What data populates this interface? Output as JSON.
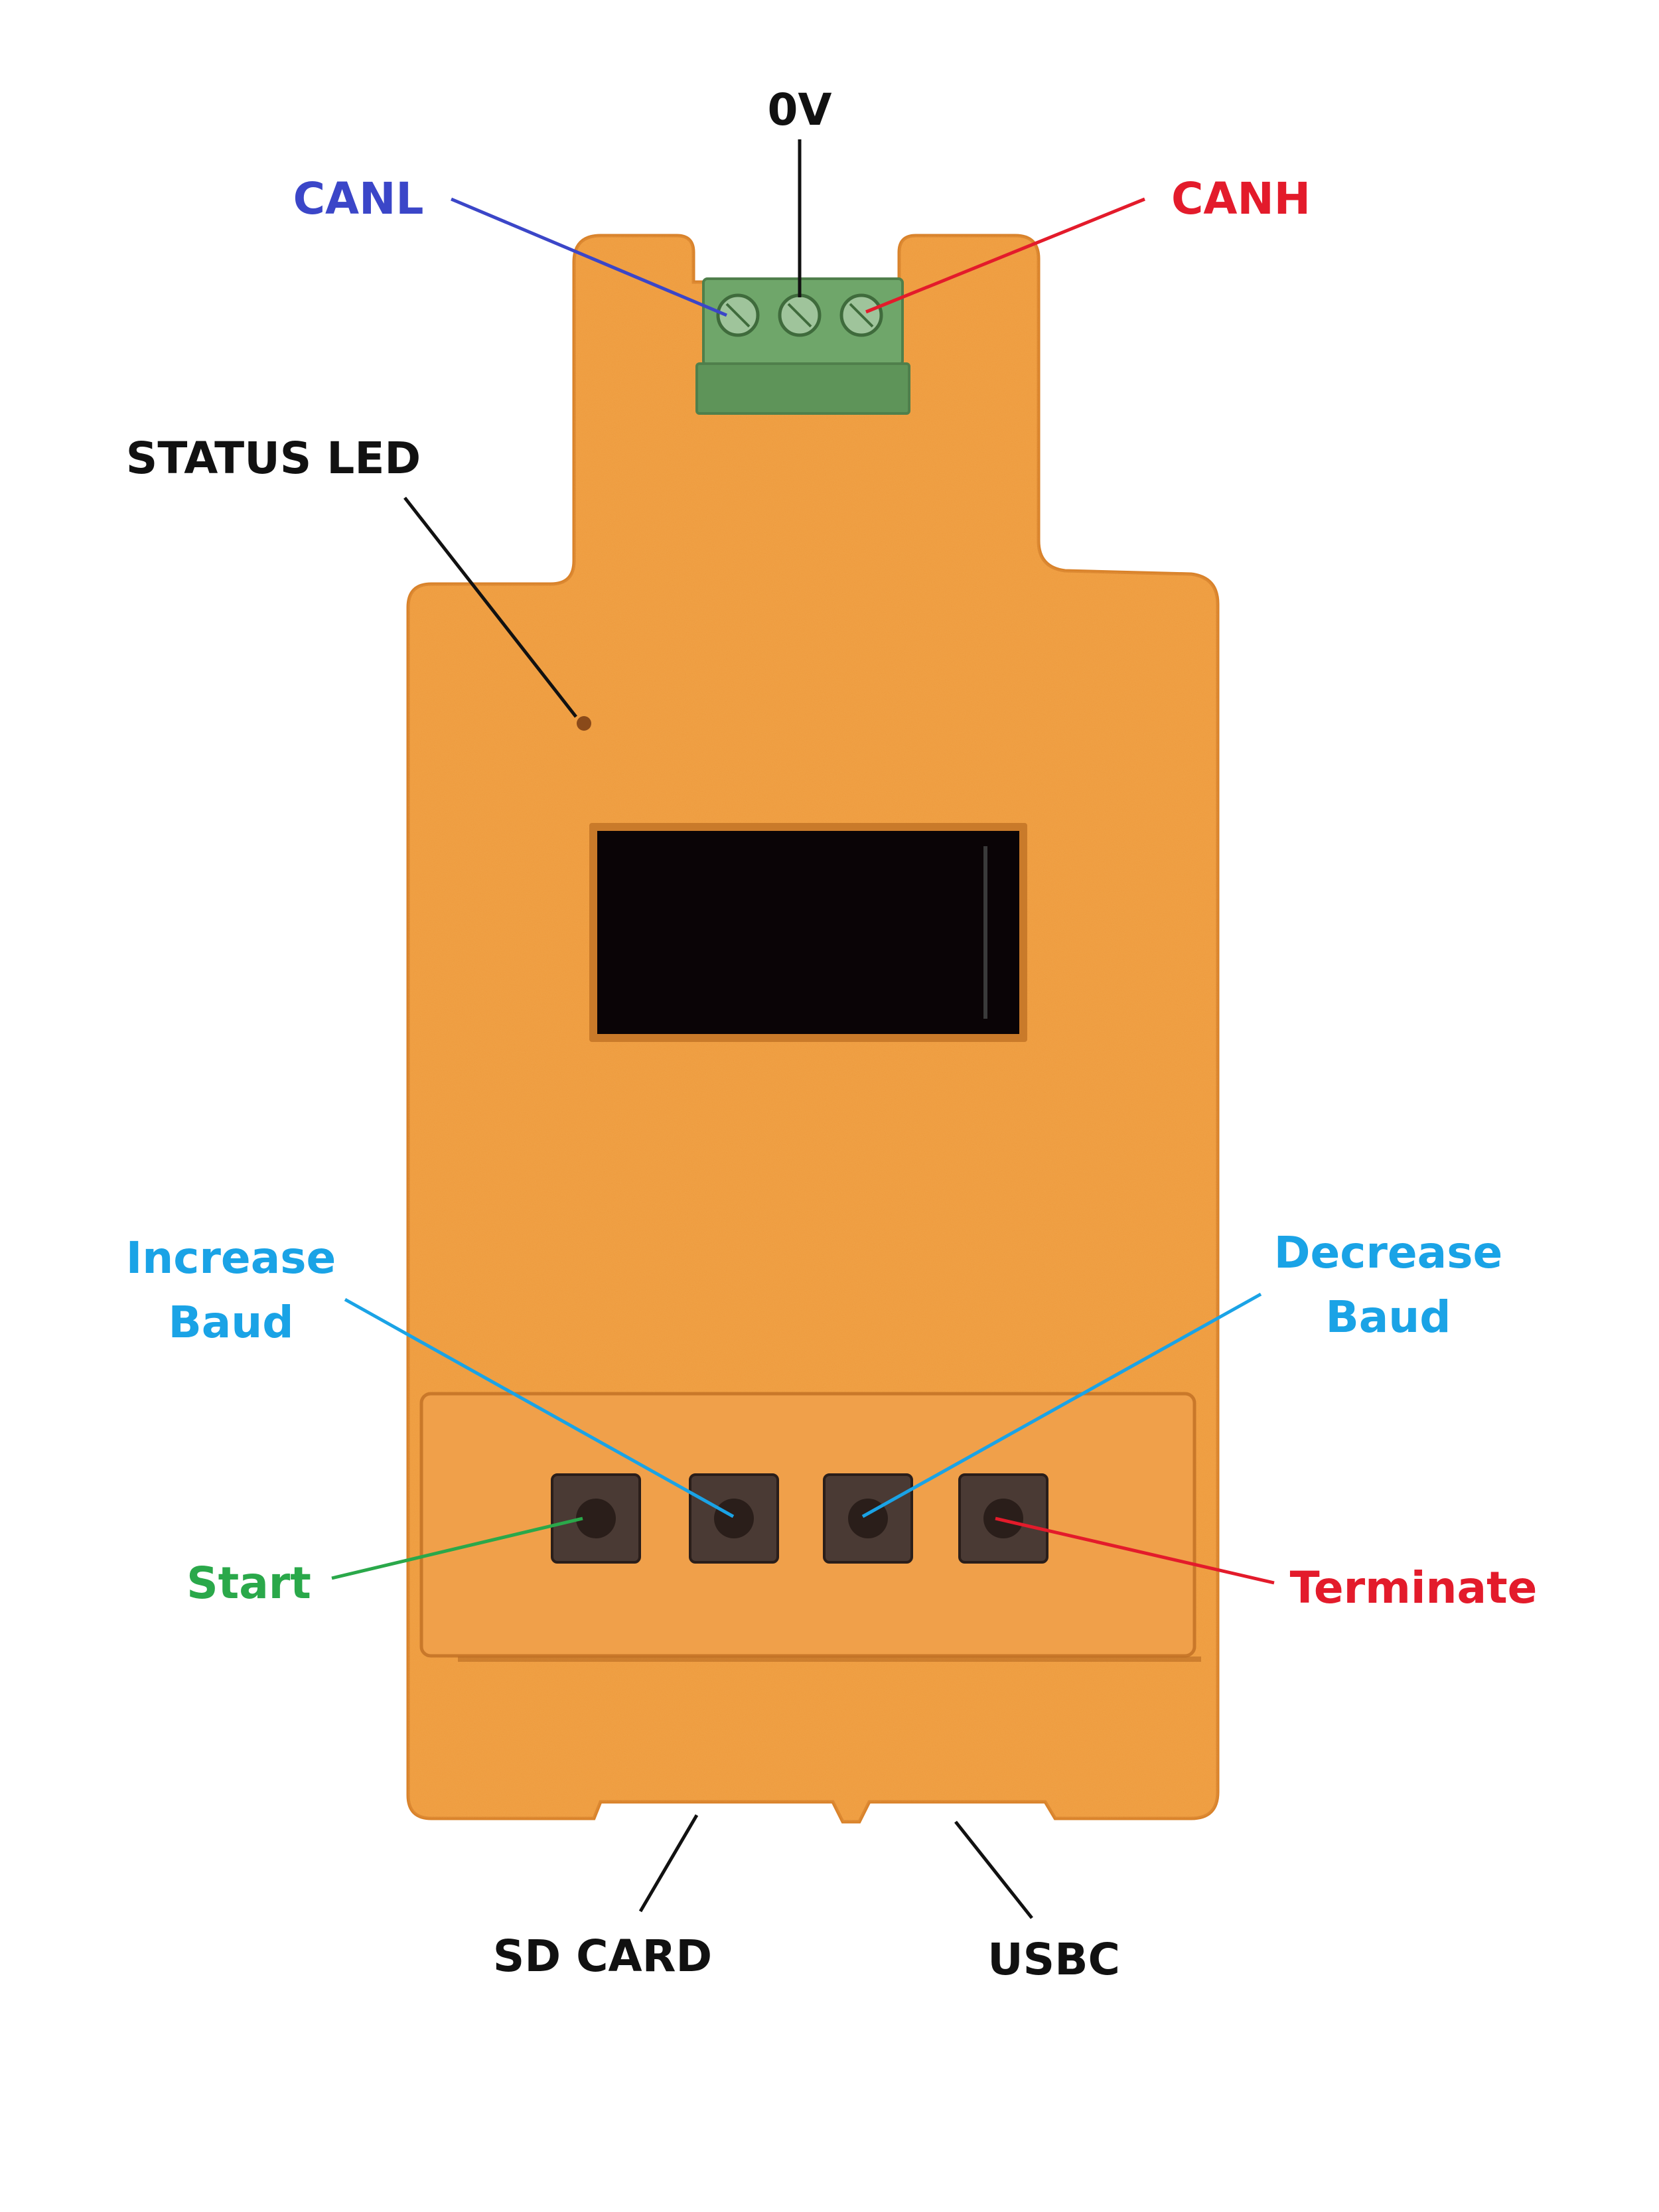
{
  "labels": {
    "zero_v": "0V",
    "canl": "CANL",
    "canh": "CANH",
    "status_led": "STATUS LED",
    "increase_baud_line1": "Increase",
    "increase_baud_line2": "Baud",
    "decrease_baud_line1": "Decrease",
    "decrease_baud_line2": "Baud",
    "start": "Start",
    "terminate": "Terminate",
    "sd_card": "SD CARD",
    "usbc": "USBC"
  },
  "colors": {
    "black_label": "#111111",
    "canl": "#3b46c8",
    "canh": "#e31b2b",
    "baud": "#1aa3e6",
    "start": "#2aa84a",
    "terminate": "#e31b2b",
    "enclosure": "#ee9a3c",
    "enclosure_edge": "#d9822a",
    "terminal_block": "#6fa66a",
    "display": "#0a0406",
    "button": "#4a3a34"
  }
}
